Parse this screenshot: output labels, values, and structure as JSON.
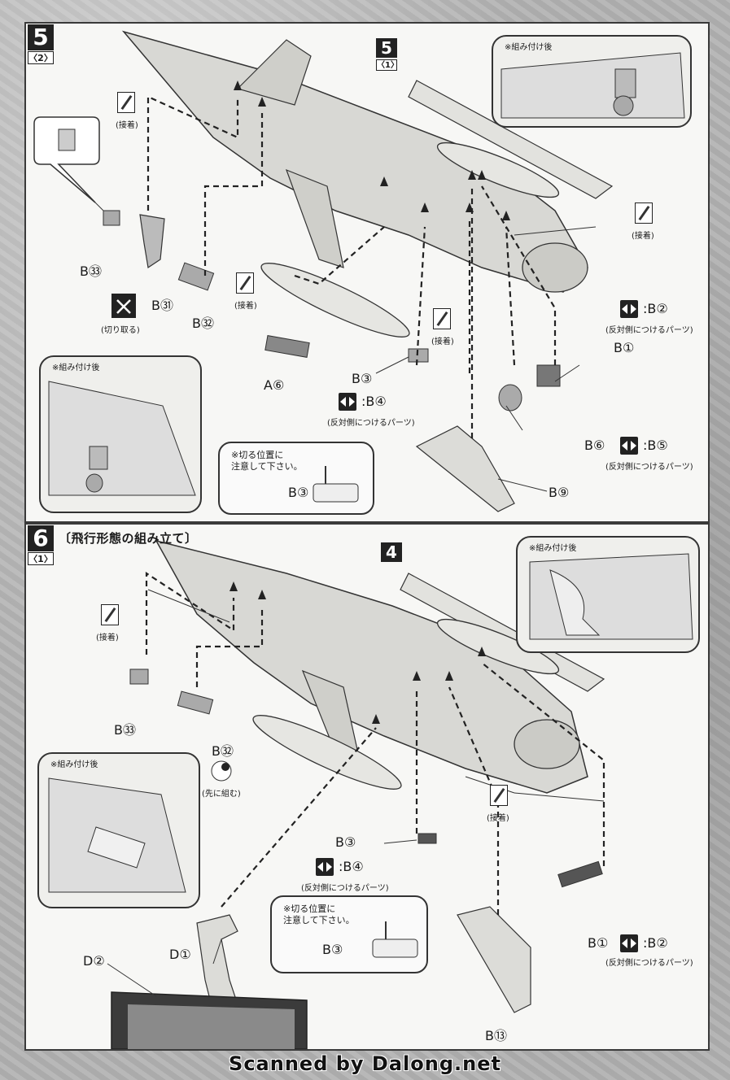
{
  "step5": {
    "num": "5",
    "sub": "〈2〉",
    "ref_num": "5",
    "ref_sub": "〈1〉",
    "inset_top_caption": "※組み付け後",
    "inset_left_caption": "※組み付け後",
    "glue_1": "(接着)",
    "glue_2": "(接着)",
    "glue_3": "(接着)",
    "glue_4": "(接着)",
    "cut_caption": "(切り取る)",
    "part_b33": "B㉝",
    "part_b31": "B㉛",
    "part_b32": "B㉜",
    "part_a6": "A⑥",
    "part_b3": "B③",
    "part_b4_pair": ":B④",
    "opposite_1": "(反対側につけるパーツ)",
    "part_b2_pair": ":B②",
    "opposite_2": "(反対側につけるパーツ)",
    "part_b1": "B①",
    "part_b6": "B⑥",
    "part_b5_pair": ":B⑤",
    "opposite_3": "(反対側につけるパーツ)",
    "part_b9": "B⑨",
    "note_text": "※切る位置に\n注意して下さい。",
    "note_part": "B③"
  },
  "step6": {
    "num": "6",
    "sub": "〈1〉",
    "title": "〔飛行形態の組み立て〕",
    "ref_num": "4",
    "inset_top_caption": "※組み付け後",
    "inset_left_caption": "※組み付け後",
    "glue_1": "(接着)",
    "glue_2": "(接着)",
    "part_b33": "B㉝",
    "part_b32": "B㉜",
    "assemble_first": "(先に組む)",
    "part_b3": "B③",
    "part_b4_pair": ":B④",
    "opposite_1": "(反対側につけるパーツ)",
    "part_b1": "B①",
    "part_b2_pair": ":B②",
    "opposite_2": "(反対側につけるパーツ)",
    "part_b13": "B⑬",
    "part_d1": "D①",
    "part_d2": "D②",
    "note_text": "※切る位置に\n注意して下さい。",
    "note_part": "B③"
  },
  "footer": {
    "credit": "Scanned by Dalong.net"
  }
}
